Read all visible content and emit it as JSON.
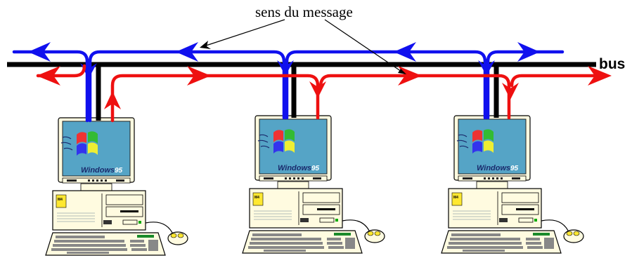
{
  "labels": {
    "message_direction": "sens du message",
    "bus": "bus"
  },
  "computers": [
    {
      "name": "computer-left",
      "os_logo_text": "Windows",
      "os_logo_version": "95",
      "badge": "M4"
    },
    {
      "name": "computer-middle",
      "os_logo_text": "Windows",
      "os_logo_version": "95",
      "badge": "M4"
    },
    {
      "name": "computer-right",
      "os_logo_text": "Windows",
      "os_logo_version": "95",
      "badge": "M4"
    }
  ],
  "colors": {
    "bus": "#000000",
    "blue_signal": "#1010ee",
    "red_signal": "#ee1010",
    "case": "#fffbe0",
    "screen_bg": "#5aa7c8"
  }
}
